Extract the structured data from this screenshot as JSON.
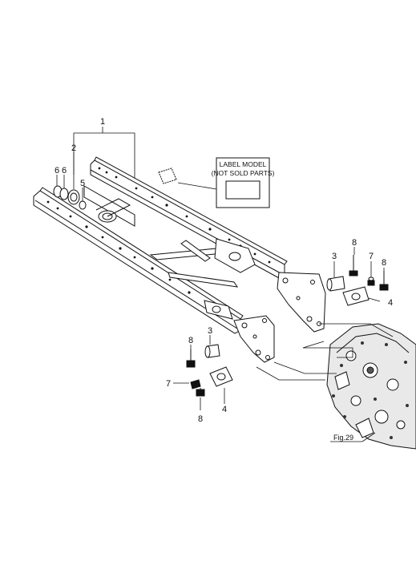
{
  "diagram": {
    "callouts": {
      "frame_assembly": "1",
      "part_2": "2",
      "part_5": "5",
      "part_6a": "6",
      "part_6b": "6",
      "part_3_upper": "3",
      "part_3_lower": "3",
      "part_4_upper": "4",
      "part_4_lower": "4",
      "part_7_upper": "7",
      "part_7_lower": "7",
      "part_8_upper_a": "8",
      "part_8_upper_b": "8",
      "part_8_lower_a": "8",
      "part_8_lower_b": "8"
    },
    "label_box": {
      "line1": "LABEL MODEL",
      "line2": "(NOT SOLD PARTS)"
    },
    "figure_reference": "Fig.29"
  }
}
